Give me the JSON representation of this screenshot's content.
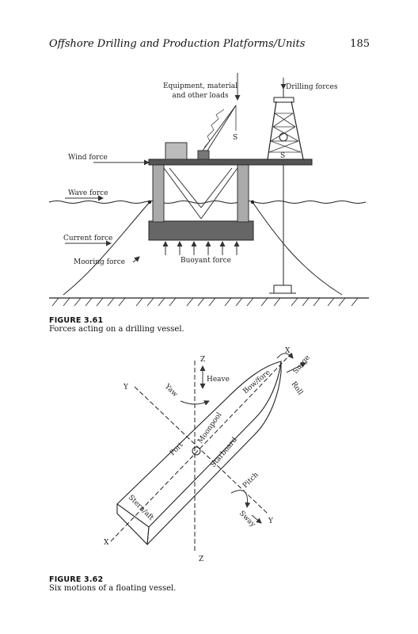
{
  "header": {
    "title": "Offshore Drilling and Production Platforms/Units",
    "page_number": "185"
  },
  "figure1": {
    "label": "FIGURE 3.61",
    "caption": "Forces acting on a drilling vessel.",
    "labels": {
      "equipment": "Equipment, material",
      "equipment2": "and other loads",
      "drilling": "Drilling forces",
      "wind": "Wind force",
      "wave": "Wave force",
      "current": "Current force",
      "mooring": "Mooring force",
      "buoyant": "Buoyant force",
      "s1": "S",
      "s2": "S"
    }
  },
  "figure2": {
    "label": "FIGURE 3.62",
    "caption": "Six motions of a floating vessel.",
    "labels": {
      "z_top": "Z",
      "z_bottom": "Z",
      "x_top": "X",
      "x_bottom": "X",
      "y_left": "Y",
      "y_right": "Y",
      "heave": "Heave",
      "yaw": "Yaw",
      "bow": "Bow/fore",
      "surge": "Surge",
      "roll": "Roll",
      "port": "Port",
      "moonpool": "Moonpool",
      "starboard": "Starboard",
      "stern": "Stern/aft",
      "pitch": "Pitch",
      "sway": "Sway"
    }
  }
}
